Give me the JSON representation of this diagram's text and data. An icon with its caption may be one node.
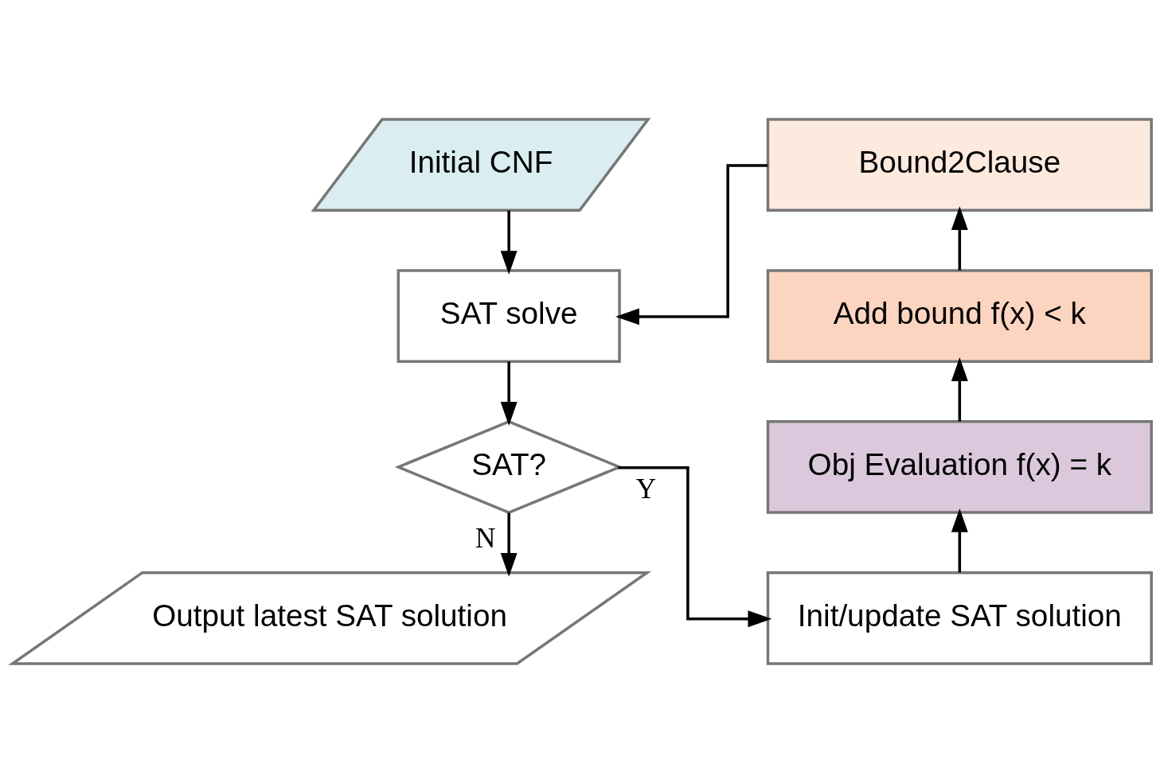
{
  "diagram": {
    "nodes": [
      {
        "text": [
          "Initial CNF"
        ]
      },
      {
        "text": [
          "Bound2Clause"
        ]
      },
      {
        "text": [
          "SAT solve"
        ]
      },
      {
        "text": [
          "Add bound f(x) < k"
        ]
      },
      {
        "text": [
          "SAT?"
        ]
      },
      {
        "text": [
          "Obj Evaluation f(x) = k"
        ]
      },
      {
        "text": [
          "Output latest SAT solution"
        ]
      },
      {
        "text": [
          "Init/update SAT solution"
        ]
      }
    ],
    "edges": [
      {
        "from": 0,
        "to": 2,
        "arrow": "to"
      },
      {
        "from": 1,
        "to": 2,
        "arrow": "to"
      },
      {
        "from": 2,
        "to": 4,
        "arrow": "to"
      },
      {
        "from": 4,
        "to": 6,
        "label": "N",
        "arrow": "to"
      },
      {
        "from": 4,
        "to": 7,
        "label": "Y",
        "arrow": "to"
      },
      {
        "from": 7,
        "to": 5,
        "arrow": "to"
      },
      {
        "from": 5,
        "to": 3,
        "arrow": "to"
      },
      {
        "from": 3,
        "to": 1,
        "arrow": "to"
      }
    ]
  }
}
